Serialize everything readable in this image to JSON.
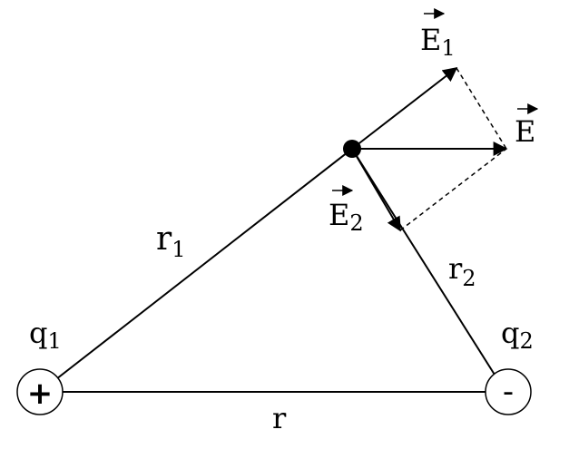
{
  "labels": {
    "E1_base": "E",
    "E1_sub": "1",
    "E_base": "E",
    "E2_base": "E",
    "E2_sub": "2",
    "r1_base": "r",
    "r1_sub": "1",
    "r2_base": "r",
    "r2_sub": "2",
    "q1_base": "q",
    "q1_sub": "1",
    "q2_base": "q",
    "q2_sub": "2",
    "r_base": "r"
  },
  "charges": {
    "q1_sign": "+",
    "q2_sign": "-"
  },
  "colors": {
    "stroke": "#000000",
    "background": "#ffffff"
  }
}
